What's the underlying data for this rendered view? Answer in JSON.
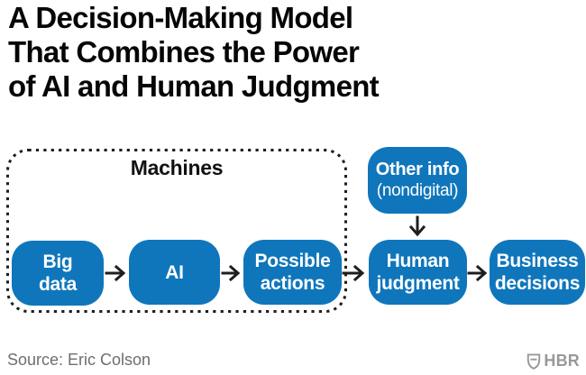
{
  "title": {
    "line1": "A Decision-Making Model",
    "line2": "That Combines the Power",
    "line3": "of AI and Human Judgment"
  },
  "diagram": {
    "group_label": "Machines",
    "nodes": {
      "big_data": {
        "line1": "Big",
        "line2": "data"
      },
      "ai": {
        "line1": "AI"
      },
      "possible_actions": {
        "line1": "Possible",
        "line2": "actions"
      },
      "other_info": {
        "line1": "Other info",
        "line2": "(nondigital)"
      },
      "human_judgment": {
        "line1": "Human",
        "line2": "judgment"
      },
      "business_decisions": {
        "line1": "Business",
        "line2": "decisions"
      }
    },
    "edges": [
      {
        "from": "big_data",
        "to": "ai"
      },
      {
        "from": "ai",
        "to": "possible_actions"
      },
      {
        "from": "possible_actions",
        "to": "human_judgment"
      },
      {
        "from": "other_info",
        "to": "human_judgment"
      },
      {
        "from": "human_judgment",
        "to": "business_decisions"
      }
    ],
    "colors": {
      "node_fill": "#0F76BC",
      "node_text": "#FFFFFF",
      "arrow": "#1E1E1E",
      "group_border": "#1E1E1E"
    }
  },
  "footer": {
    "source": "Source: Eric Colson",
    "brand": "HBR"
  }
}
